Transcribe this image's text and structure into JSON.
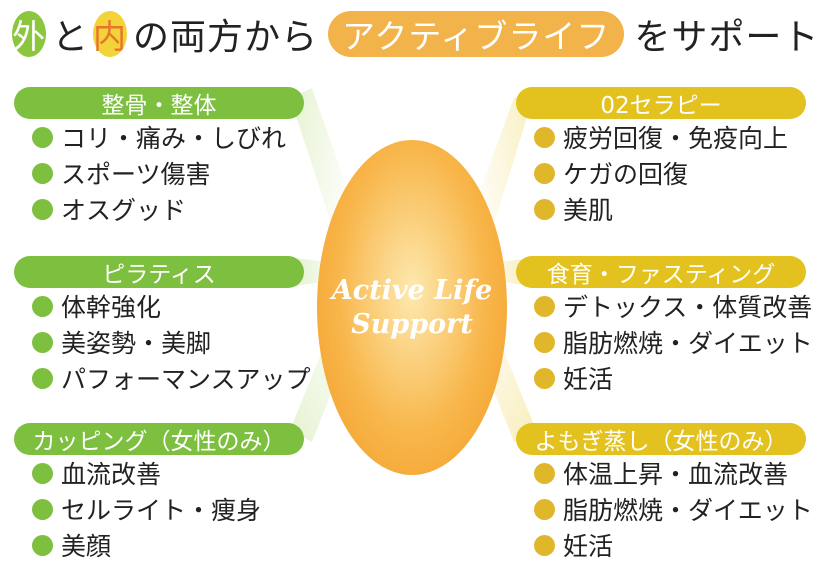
{
  "headline": {
    "circle_1": "外",
    "text_1": "と",
    "circle_2": "内",
    "text_2": "の両方から",
    "highlight": "アクティブライフ",
    "text_3": "をサポート"
  },
  "center": {
    "line_1": "Active Life",
    "line_2": "Support"
  },
  "colors": {
    "left_green": "#7dbf3f",
    "right_yellow": "#e3c21f",
    "center_orange": "#f8b64a",
    "headline_pill": "#f2b34a"
  },
  "left_groups": [
    {
      "title": "整骨・整体",
      "items": [
        "コリ・痛み・しびれ",
        "スポーツ傷害",
        "オスグッド"
      ]
    },
    {
      "title": "ピラティス",
      "items": [
        "体幹強化",
        "美姿勢・美脚",
        "パフォーマンスアップ"
      ]
    },
    {
      "title": "カッピング（女性のみ）",
      "items": [
        "血流改善",
        "セルライト・痩身",
        "美顔"
      ]
    }
  ],
  "right_groups": [
    {
      "title": "02セラピー",
      "items": [
        "疲労回復・免疫向上",
        "ケガの回復",
        "美肌"
      ]
    },
    {
      "title": "食育・ファスティング",
      "items": [
        "デトックス・体質改善",
        "脂肪燃焼・ダイエット",
        "妊活"
      ]
    },
    {
      "title": "よもぎ蒸し（女性のみ）",
      "items": [
        "体温上昇・血流改善",
        "脂肪燃焼・ダイエット",
        "妊活"
      ]
    }
  ]
}
